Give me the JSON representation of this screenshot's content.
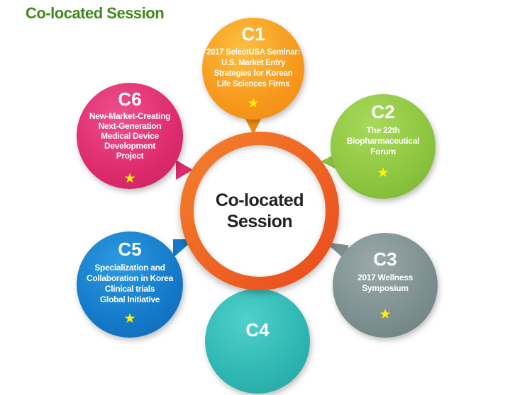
{
  "title": "Co-located Session",
  "center": {
    "label_line1": "Co-located",
    "label_line2": "Session"
  },
  "sessions": [
    {
      "code": "C1",
      "lines": [
        "2017 SelectUSA Seminar:",
        "U.S. Market Entry",
        "Strategies for Korean",
        "Life Sciences Firms"
      ],
      "star": "★",
      "color": "#f6981c"
    },
    {
      "code": "C2",
      "lines": [
        "The 22th",
        "Biopharmaceutical",
        "Forum"
      ],
      "star": "★",
      "color": "#8cc540"
    },
    {
      "code": "C3",
      "lines": [
        "2017 Wellness",
        "Symposium"
      ],
      "star": "★",
      "color": "#7c8e8e"
    },
    {
      "code": "C4",
      "lines": [],
      "star": "",
      "color": "#2fb6b2"
    },
    {
      "code": "C5",
      "lines": [
        "Specialization and",
        "Collaboration in Korea",
        "Clinical trials",
        "Global Initiative"
      ],
      "star": "★",
      "color": "#1479c9"
    },
    {
      "code": "C6",
      "lines": [
        "New-Market-Creating",
        "Next-Generation",
        "Medical Device",
        "Development",
        "Project"
      ],
      "star": "★",
      "color": "#dd2b6c"
    }
  ],
  "colors": {
    "title": "#3f8a1c",
    "center_ring": "#ef6a22",
    "star": "#fff200"
  }
}
